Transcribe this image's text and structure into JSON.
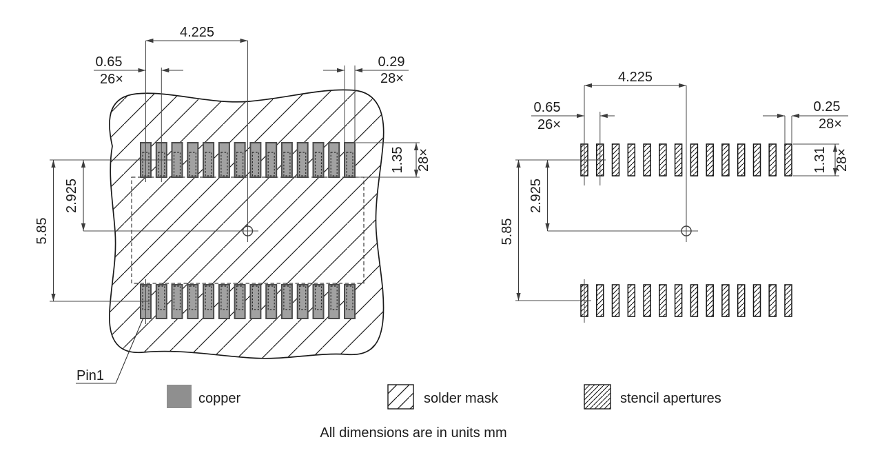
{
  "left_view": {
    "dim_span": "4.225",
    "dim_pitch": "0.65",
    "dim_pitch_count": "26×",
    "dim_pad_width": "0.29",
    "dim_pad_width_count": "28×",
    "dim_pad_height": "1.35",
    "dim_pad_height_count": "28×",
    "dim_row_span": "5.85",
    "dim_row_half": "2.925",
    "pin1_label": "Pin1"
  },
  "right_view": {
    "dim_span": "4.225",
    "dim_pitch": "0.65",
    "dim_pitch_count": "26×",
    "dim_aperture_width": "0.25",
    "dim_aperture_width_count": "28×",
    "dim_aperture_height": "1.31",
    "dim_aperture_height_count": "28×",
    "dim_row_span": "5.85",
    "dim_row_half": "2.925"
  },
  "legend": {
    "copper_label": "copper",
    "solder_mask_label": "solder mask",
    "stencil_label": "stencil apertures"
  },
  "footer_note": "All dimensions are in units mm",
  "colors": {
    "copper": "#8f8f8f"
  },
  "pads_per_row": 14
}
